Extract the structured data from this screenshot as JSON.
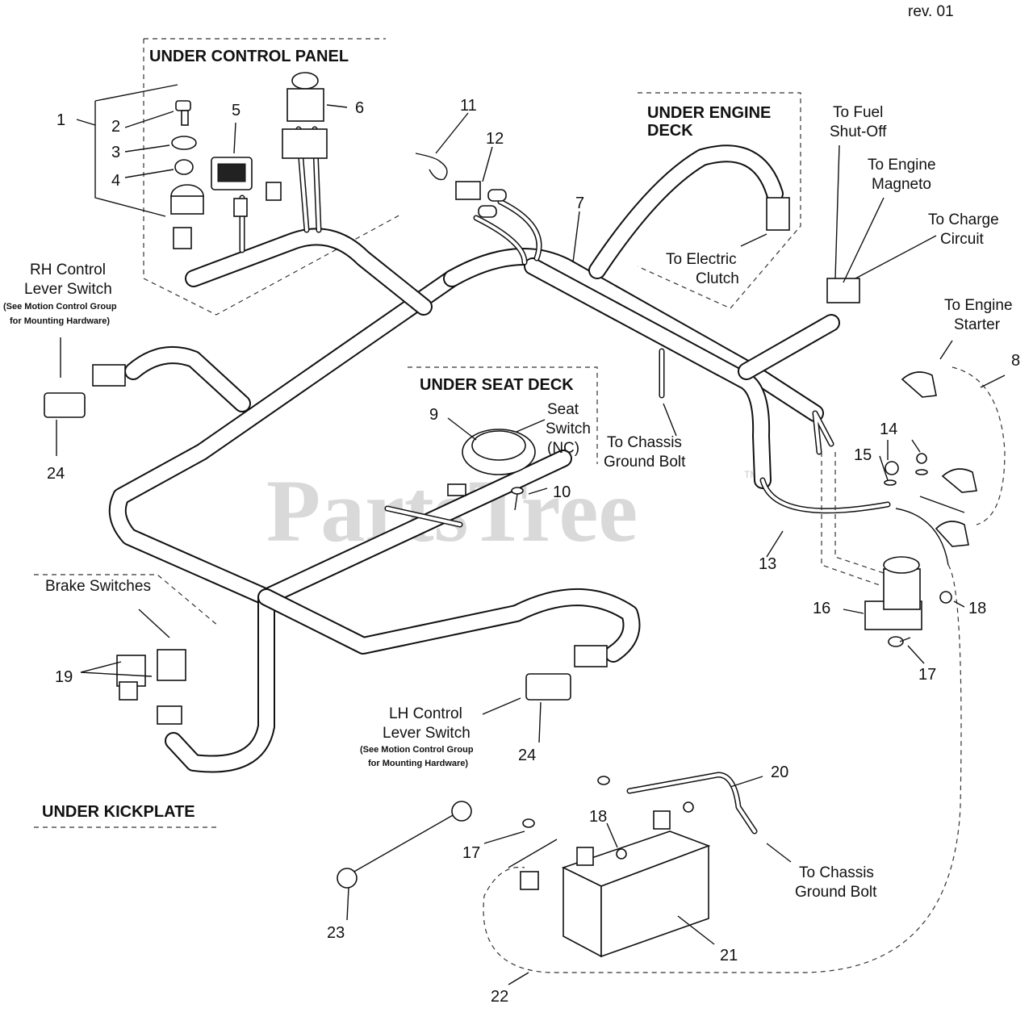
{
  "revision": "rev. 01",
  "watermark": "PartsTree",
  "watermark_tm": "TM",
  "sections": {
    "under_control_panel": "UNDER CONTROL PANEL",
    "under_engine_deck_1": "UNDER ENGINE",
    "under_engine_deck_2": "DECK",
    "under_seat_deck": "UNDER SEAT DECK",
    "under_kickplate": "UNDER KICKPLATE",
    "brake_switches": "Brake Switches"
  },
  "callouts": {
    "c1": "1",
    "c2": "2",
    "c3": "3",
    "c4": "4",
    "c5": "5",
    "c6": "6",
    "c7": "7",
    "c8": "8",
    "c9": "9",
    "c10": "10",
    "c11": "11",
    "c12": "12",
    "c13": "13",
    "c14": "14",
    "c15": "15",
    "c16": "16",
    "c17a": "17",
    "c17b": "17",
    "c18a": "18",
    "c18b": "18",
    "c19": "19",
    "c20": "20",
    "c21": "21",
    "c22": "22",
    "c23": "23",
    "c24a": "24",
    "c24b": "24"
  },
  "labels": {
    "rh_line1": "RH Control",
    "rh_line2": "Lever Switch",
    "rh_note1": "(See Motion Control Group",
    "rh_note2": "for Mounting Hardware)",
    "lh_line1": "LH Control",
    "lh_line2": "Lever Switch",
    "lh_note1": "(See Motion Control Group",
    "lh_note2": "for Mounting Hardware)",
    "seat_1": "Seat",
    "seat_2": "Switch",
    "seat_3": "(NC)",
    "chassis_a1": "To Chassis",
    "chassis_a2": "Ground Bolt",
    "chassis_b1": "To Chassis",
    "chassis_b2": "Ground Bolt",
    "clutch_1": "To Electric",
    "clutch_2": "Clutch",
    "fuel_1": "To Fuel",
    "fuel_2": "Shut-Off",
    "magneto_1": "To Engine",
    "magneto_2": "Magneto",
    "charge_1": "To Charge",
    "charge_2": "Circuit",
    "starter_1": "To Engine",
    "starter_2": "Starter"
  }
}
